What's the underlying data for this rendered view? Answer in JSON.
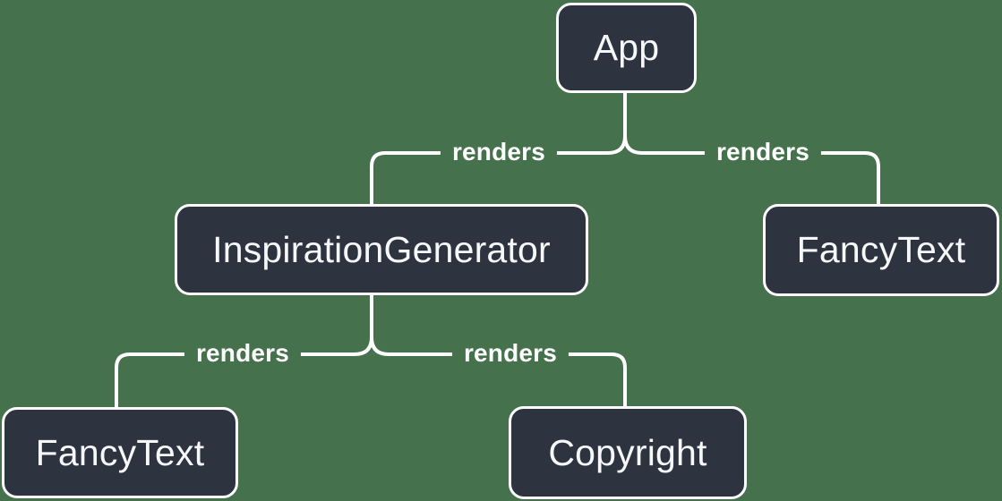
{
  "diagram": {
    "title": "render-tree",
    "colors": {
      "background": "#46714D",
      "node_fill": "#2D3440",
      "node_border": "#FFFFFF",
      "node_text": "#F6F7F9",
      "edge_line": "#FFFFFF",
      "edge_label_text": "#FFFFFF"
    },
    "nodes": [
      {
        "id": "app",
        "label": "App"
      },
      {
        "id": "inspiration-generator",
        "label": "InspirationGenerator"
      },
      {
        "id": "fancy-text-top",
        "label": "FancyText"
      },
      {
        "id": "fancy-text-bottom",
        "label": "FancyText"
      },
      {
        "id": "copyright",
        "label": "Copyright"
      }
    ],
    "edges": [
      {
        "from": "App",
        "to": "InspirationGenerator",
        "label": "renders"
      },
      {
        "from": "App",
        "to": "FancyText",
        "label": "renders"
      },
      {
        "from": "InspirationGenerator",
        "to": "FancyText",
        "label": "renders"
      },
      {
        "from": "InspirationGenerator",
        "to": "Copyright",
        "label": "renders"
      }
    ]
  }
}
